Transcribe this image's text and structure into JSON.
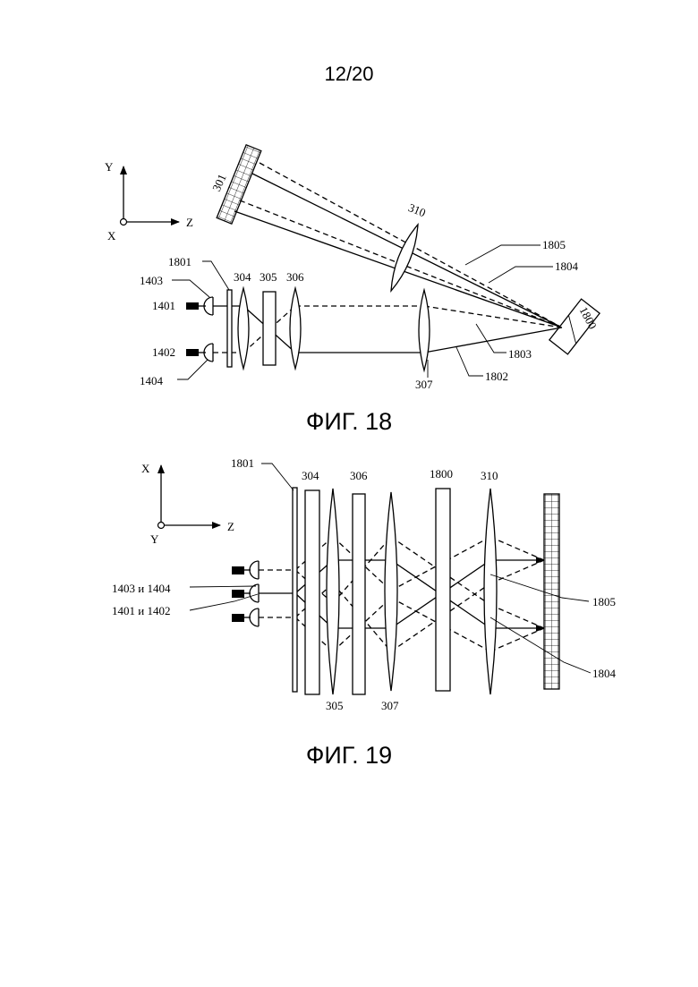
{
  "page_number": "12/20",
  "fig18": {
    "caption": "ФИГ. 18",
    "axes": {
      "y": "Y",
      "z": "Z",
      "x": "X"
    },
    "labels": {
      "l301": "301",
      "l310": "310",
      "l1805": "1805",
      "l1804": "1804",
      "l1800": "1800",
      "l1801": "1801",
      "l1403": "1403",
      "l304": "304",
      "l305": "305",
      "l306": "306",
      "l1401": "1401",
      "l1402": "1402",
      "l1404": "1404",
      "l307": "307",
      "l1803": "1803",
      "l1802": "1802"
    }
  },
  "fig19": {
    "caption": "ФИГ. 19",
    "axes": {
      "x": "X",
      "z": "Z",
      "y": "Y"
    },
    "labels": {
      "l1801": "1801",
      "l304": "304",
      "l306": "306",
      "l1800": "1800",
      "l310": "310",
      "l1403_1404": "1403 и 1404",
      "l1401_1402": "1401 и 1402",
      "l1805": "1805",
      "l1804": "1804",
      "l305": "305",
      "l307": "307"
    }
  }
}
